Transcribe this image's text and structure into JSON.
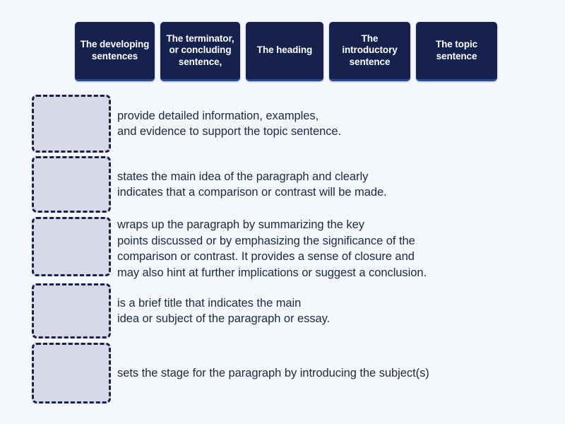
{
  "background_color": "#f4f7fc",
  "tile_color": "#16224d",
  "tile_accent_color": "#2a4a92",
  "dropzone_fill_color": "#d7dae6",
  "dropzone_border_color": "#16224d",
  "text_color": "#1b2a41",
  "tile_bank": {
    "tiles": [
      {
        "label": "The developing sentences"
      },
      {
        "label": "The terminator, or concluding sentence,"
      },
      {
        "label": "The heading"
      },
      {
        "label": "The introductory sentence"
      },
      {
        "label": "The topic sentence"
      }
    ]
  },
  "rows": [
    {
      "dropzone_value": "",
      "lines": [
        "provide detailed information, examples,",
        "and evidence to support the topic sentence."
      ]
    },
    {
      "dropzone_value": "",
      "lines": [
        "states the main idea of the paragraph and clearly",
        "indicates that a comparison or contrast will be made."
      ]
    },
    {
      "dropzone_value": "",
      "lines": [
        "wraps up the paragraph by summarizing the key",
        "points discussed or by emphasizing the significance of the",
        "comparison or contrast. It provides a sense of closure and",
        "may also hint at further implications or suggest a conclusion."
      ]
    },
    {
      "dropzone_value": "",
      "lines": [
        "is a brief title that indicates the main",
        "idea or subject of the paragraph or essay."
      ]
    },
    {
      "dropzone_value": "",
      "lines": [
        "sets the stage for the paragraph by introducing the subject(s)"
      ]
    }
  ]
}
